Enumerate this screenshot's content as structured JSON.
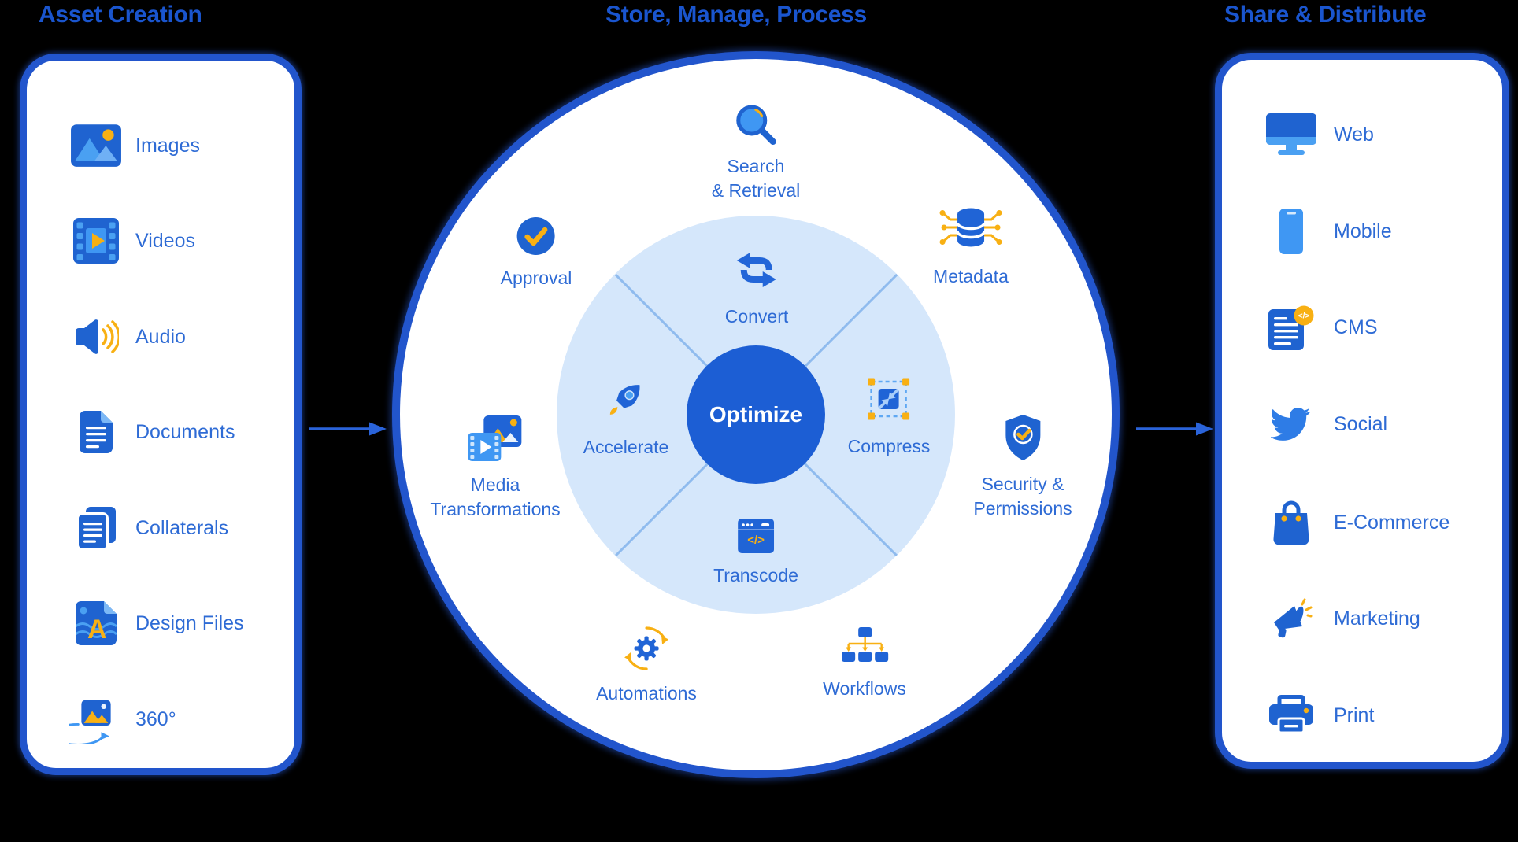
{
  "titles": {
    "left": "Asset Creation",
    "center": "Store, Manage, Process",
    "right": "Share & Distribute"
  },
  "left_panel": {
    "items": [
      {
        "label": "Images",
        "icon": "images-icon"
      },
      {
        "label": "Videos",
        "icon": "videos-icon"
      },
      {
        "label": "Audio",
        "icon": "audio-icon"
      },
      {
        "label": "Documents",
        "icon": "documents-icon"
      },
      {
        "label": "Collaterals",
        "icon": "collaterals-icon"
      },
      {
        "label": "Design Files",
        "icon": "design-files-icon"
      },
      {
        "label": "360°",
        "icon": "360-spin-icon"
      }
    ]
  },
  "right_panel": {
    "items": [
      {
        "label": "Web",
        "icon": "web-monitor-icon"
      },
      {
        "label": "Mobile",
        "icon": "mobile-phone-icon"
      },
      {
        "label": "CMS",
        "icon": "cms-document-icon"
      },
      {
        "label": "Social",
        "icon": "social-bird-icon"
      },
      {
        "label": "E-Commerce",
        "icon": "shopping-bag-icon"
      },
      {
        "label": "Marketing",
        "icon": "megaphone-icon"
      },
      {
        "label": "Print",
        "icon": "printer-icon"
      }
    ]
  },
  "hub": {
    "core": "Optimize",
    "quadrants": [
      {
        "label": "Convert",
        "icon": "convert-arrows-icon"
      },
      {
        "label": "Accelerate",
        "icon": "rocket-icon"
      },
      {
        "label": "Compress",
        "icon": "compress-icon"
      },
      {
        "label": "Transcode",
        "icon": "transcode-code-icon"
      }
    ],
    "ring": [
      {
        "line1": "Search",
        "line2": "& Retrieval",
        "icon": "search-icon"
      },
      {
        "line1": "Approval",
        "icon": "approval-check-icon"
      },
      {
        "line1": "Metadata",
        "icon": "metadata-database-icon"
      },
      {
        "line1": "Media",
        "line2": "Transformations",
        "icon": "media-transformations-icon"
      },
      {
        "line1": "Security &",
        "line2": "Permissions",
        "icon": "security-shield-icon"
      },
      {
        "line1": "Automations",
        "icon": "automations-gear-icon"
      },
      {
        "line1": "Workflows",
        "icon": "workflows-tree-icon"
      }
    ]
  },
  "colors": {
    "background": "#000000",
    "title_blue": "#1a55ce",
    "label_blue": "#2e6bd5",
    "border_blue": "#2255cc",
    "icon_blue": "#1f63d0",
    "icon_light_blue": "#4aa0f2",
    "accent_yellow": "#f8b013",
    "inner_circle": "#d5e7fb",
    "core_circle": "#1c5ed4",
    "core_text": "#ffffff"
  }
}
